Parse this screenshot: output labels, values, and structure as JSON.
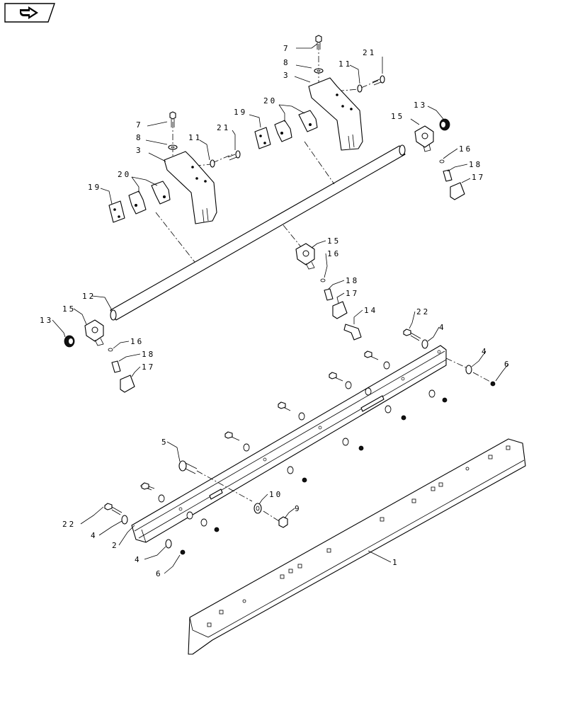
{
  "toolbar": {
    "nav_icon": "page-back-arrow-icon"
  },
  "callouts": [
    {
      "id": "c7a",
      "text": "7"
    },
    {
      "id": "c8a",
      "text": "8"
    },
    {
      "id": "c3a",
      "text": "3"
    },
    {
      "id": "c11a",
      "text": "11"
    },
    {
      "id": "c21a",
      "text": "21"
    },
    {
      "id": "c20a",
      "text": "20"
    },
    {
      "id": "c19a",
      "text": "19"
    },
    {
      "id": "c7b",
      "text": "7"
    },
    {
      "id": "c8b",
      "text": "8"
    },
    {
      "id": "c3b",
      "text": "3"
    },
    {
      "id": "c11b",
      "text": "11"
    },
    {
      "id": "c21b",
      "text": "21"
    },
    {
      "id": "c20b",
      "text": "20"
    },
    {
      "id": "c19b",
      "text": "19"
    },
    {
      "id": "c13a",
      "text": "13"
    },
    {
      "id": "c15a",
      "text": "15"
    },
    {
      "id": "c16a",
      "text": "16"
    },
    {
      "id": "c18a",
      "text": "18"
    },
    {
      "id": "c17a",
      "text": "17"
    },
    {
      "id": "c15b",
      "text": "15"
    },
    {
      "id": "c16b",
      "text": "16"
    },
    {
      "id": "c18b",
      "text": "18"
    },
    {
      "id": "c17b",
      "text": "17"
    },
    {
      "id": "c14",
      "text": "14"
    },
    {
      "id": "c12",
      "text": "12"
    },
    {
      "id": "c15c",
      "text": "15"
    },
    {
      "id": "c13b",
      "text": "13"
    },
    {
      "id": "c16c",
      "text": "16"
    },
    {
      "id": "c18c",
      "text": "18"
    },
    {
      "id": "c17c",
      "text": "17"
    },
    {
      "id": "c22a",
      "text": "22"
    },
    {
      "id": "c4a",
      "text": "4"
    },
    {
      "id": "c4b",
      "text": "4"
    },
    {
      "id": "c6a",
      "text": "6"
    },
    {
      "id": "c5",
      "text": "5"
    },
    {
      "id": "c10",
      "text": "10"
    },
    {
      "id": "c9",
      "text": "9"
    },
    {
      "id": "c22b",
      "text": "22"
    },
    {
      "id": "c4c",
      "text": "4"
    },
    {
      "id": "c2",
      "text": "2"
    },
    {
      "id": "c4d",
      "text": "4"
    },
    {
      "id": "c6b",
      "text": "6"
    },
    {
      "id": "c1",
      "text": "1"
    }
  ]
}
